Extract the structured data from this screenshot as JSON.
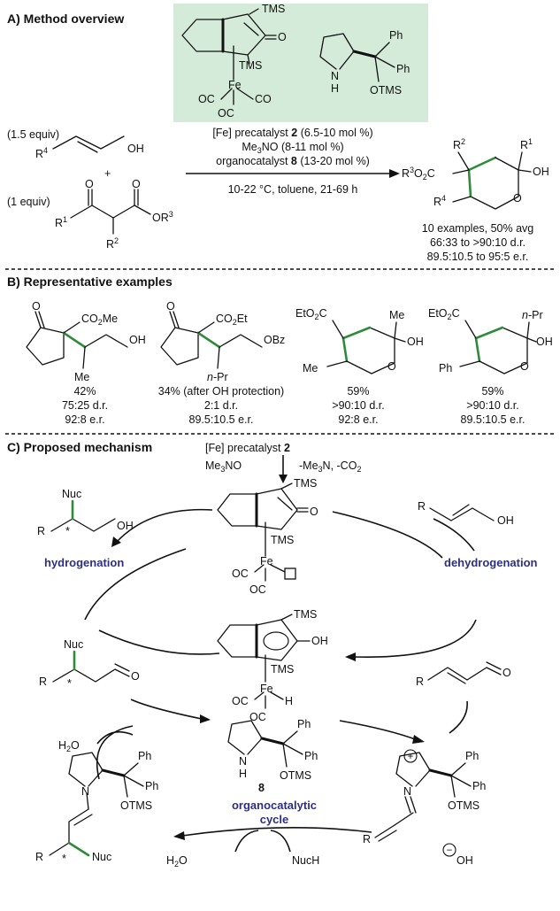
{
  "sections": {
    "a_title": "A) Method overview",
    "b_title": "B) Representative examples",
    "c_title": "C) Proposed mechanism"
  },
  "colors": {
    "highlight_box": "#d5ebd9",
    "green_bond": "#2e8b3a",
    "label_blue": "#2d2f86"
  },
  "overview": {
    "catalyst_tms_top": "TMS",
    "catalyst_tms_bottom": "TMS",
    "catalyst_o": "O",
    "catalyst_fe": "Fe",
    "catalyst_oc1": "OC",
    "catalyst_co": "CO",
    "catalyst_oc2": "OC",
    "organo_ph1": "Ph",
    "organo_ph2": "Ph",
    "organo_otms": "OTMS",
    "organo_nh": "N",
    "organo_h": "H",
    "reagent1_equiv": "(1.5 equiv)",
    "reagent1_r": "R",
    "reagent1_r_sup": "4",
    "reagent1_oh": "OH",
    "plus": "+",
    "reagent2_equiv": "(1 equiv)",
    "reagent2_o1": "O",
    "reagent2_o2": "O",
    "reagent2_r1": "R",
    "reagent2_r1_sup": "1",
    "reagent2_or3": "OR",
    "reagent2_or3_sup": "3",
    "reagent2_r2": "R",
    "reagent2_r2_sup": "2",
    "cond_line1_a": "[Fe] precatalyst ",
    "cond_line1_b": "2",
    "cond_line1_c": " (6.5-10 mol %)",
    "cond_line2_a": "Me",
    "cond_line2_sub": "3",
    "cond_line2_b": "NO (8-11 mol %)",
    "cond_line3_a": "organocatalyst ",
    "cond_line3_b": "8",
    "cond_line3_c": " (13-20 mol %)",
    "cond_line4": "10-22 °C, toluene, 21-69 h",
    "product_r2": "R",
    "product_r2_sup": "2",
    "product_r1": "R",
    "product_r1_sup": "1",
    "product_r3o2c_a": "R",
    "product_r3o2c_sup": "3",
    "product_r3o2c_b": "O",
    "product_r3o2c_sub": "2",
    "product_r3o2c_c": "C",
    "product_oh": "OH",
    "product_r4": "R",
    "product_r4_sup": "4",
    "product_o": "O",
    "summary1": "10 examples, 50% avg",
    "summary2": "66:33 to >90:10 d.r.",
    "summary3": "89.5:10.5 to 95:5 e.r."
  },
  "examples": [
    {
      "o": "O",
      "ester": "CO",
      "ester_sub": "2",
      "ester_b": "Me",
      "sub": "Me",
      "end": "OH",
      "yield": "42%",
      "dr": "75:25 d.r.",
      "er": "92:8 e.r."
    },
    {
      "o": "O",
      "ester": "CO",
      "ester_sub": "2",
      "ester_b": "Et",
      "sub": "n",
      "sub_b": "-Pr",
      "end": "OBz",
      "yield": "34% (after OH protection)",
      "dr": "2:1 d.r.",
      "er": "89.5:10.5 e.r."
    },
    {
      "ester_a": "EtO",
      "ester_sub": "2",
      "ester_b": "C",
      "me": "Me",
      "oh": "OH",
      "sub": "Me",
      "o": "O",
      "yield": "59%",
      "dr": ">90:10 d.r.",
      "er": "92:8 e.r."
    },
    {
      "ester_a": "EtO",
      "ester_sub": "2",
      "ester_b": "C",
      "npr_a": "n",
      "npr_b": "-Pr",
      "oh": "OH",
      "sub": "Ph",
      "o": "O",
      "yield": "59%",
      "dr": ">90:10 d.r.",
      "er": "89.5:10.5 e.r."
    }
  ],
  "mechanism": {
    "precat_a": "[Fe] precatalyst ",
    "precat_b": "2",
    "me3no_a": "Me",
    "me3no_sub": "3",
    "me3no_b": "NO",
    "byprod_a": "-Me",
    "byprod_sub": "3",
    "byprod_b": "N, -CO",
    "byprod_sub2": "2",
    "fe1_tms1": "TMS",
    "fe1_o": "O",
    "fe1_tms2": "TMS",
    "fe1_fe": "Fe",
    "fe1_oc1": "OC",
    "fe1_oc2": "OC",
    "fe2_tms1": "TMS",
    "fe2_oh": "OH",
    "fe2_tms2": "TMS",
    "fe2_fe": "Fe",
    "fe2_h": "H",
    "fe2_oc1": "OC",
    "fe2_oc2": "OC",
    "prod_nuc": "Nuc",
    "prod_r": "R",
    "prod_star": "*",
    "prod_oh": "OH",
    "hydrogenation": "hydrogenation",
    "dehydrogenation": "dehydrogenation",
    "allyl_r": "R",
    "allyl_oh": "OH",
    "enal_r": "R",
    "enal_o": "O",
    "ald_nuc": "Nuc",
    "ald_r": "R",
    "ald_star": "*",
    "ald_o": "O",
    "h2o_left_a": "H",
    "h2o_left_sub": "2",
    "h2o_left_b": "O",
    "cat8_n": "N",
    "cat8_h": "H",
    "cat8_ph1": "Ph",
    "cat8_ph2": "Ph",
    "cat8_otms": "OTMS",
    "cat8_label": "8",
    "organo_label1": "organocatalytic",
    "organo_label2": "cycle",
    "enamine_n": "N",
    "enamine_ph1": "Ph",
    "enamine_ph2": "Ph",
    "enamine_otms": "OTMS",
    "enamine_r": "R",
    "enamine_star": "*",
    "enamine_nuc": "Nuc",
    "iminium_n": "N",
    "iminium_plus": "+",
    "iminium_ph1": "Ph",
    "iminium_ph2": "Ph",
    "iminium_otms": "OTMS",
    "iminium_r": "R",
    "hydroxide_minus": "−",
    "hydroxide_oh": "OH",
    "h2o_bottom_a": "H",
    "h2o_bottom_sub": "2",
    "h2o_bottom_b": "O",
    "nuch": "NucH"
  }
}
